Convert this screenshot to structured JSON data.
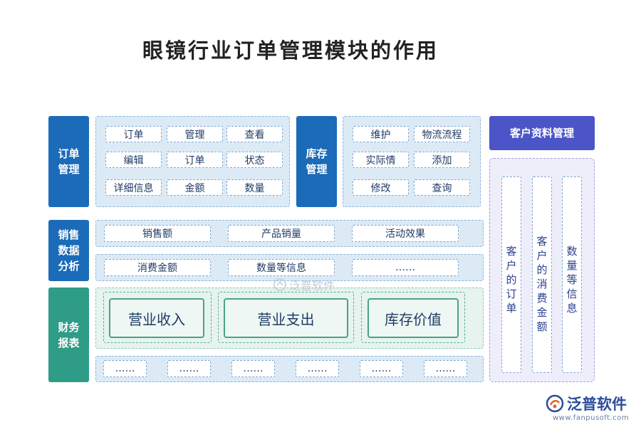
{
  "title": "眼镜行业订单管理模块的作用",
  "order": {
    "label": "订单管理",
    "cells": [
      "订单",
      "管理",
      "查看",
      "编辑",
      "订单",
      "状态",
      "详细信息",
      "金额",
      "数量"
    ]
  },
  "inventory": {
    "label": "库存管理",
    "cells": [
      "维护",
      "物流流程",
      "实际情",
      "添加",
      "修改",
      "查询"
    ]
  },
  "customer": {
    "label": "客户资料管理",
    "columns": [
      "客户的订单",
      "客户的消费金额",
      "数量等信息"
    ]
  },
  "sales": {
    "label": "销售数据分析",
    "row1": [
      "销售额",
      "产品销量",
      "活动效果"
    ],
    "row2": [
      "消费金额",
      "数量等信息",
      "……"
    ]
  },
  "finance": {
    "label": "财务报表",
    "items": [
      "营业收入",
      "营业支出",
      "库存价值"
    ],
    "dots": [
      "……",
      "……",
      "……",
      "……",
      "……",
      "……"
    ]
  },
  "watermark": "泛普软件",
  "logo": {
    "name": "泛普软件",
    "url": "www.fanpusoft.com",
    "icon": "fanpu-logo-icon"
  },
  "colors": {
    "blue": "#1c6bb8",
    "teal": "#2e9c86",
    "purple": "#4b55c8"
  }
}
